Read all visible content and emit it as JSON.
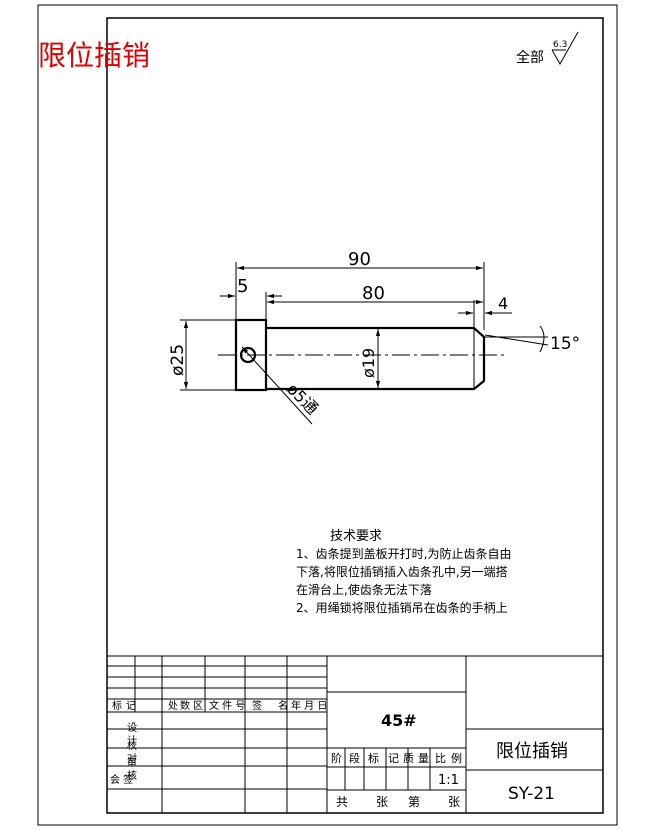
{
  "title": "限位插销",
  "surface_finish": {
    "label": "全部",
    "value": "6.3"
  },
  "dimensions": {
    "overall_length": "90",
    "shaft_length": "80",
    "head_width": "5",
    "chamfer_length": "4",
    "chamfer_angle": "15°",
    "head_diameter": "ø25",
    "shaft_diameter": "ø19",
    "hole": "ø5通"
  },
  "technical_requirements": {
    "heading": "技术要求",
    "lines": [
      "1、齿条提到盖板开打时,为防止齿条自由",
      "下落,将限位插销插入齿条孔中,另一端搭",
      "在滑台上,使齿条无法下落",
      "2、用绳锁将限位插销吊在齿条的手柄上"
    ]
  },
  "title_block": {
    "material": "45#",
    "part_name": "限位插销",
    "drawing_number": "SY-21",
    "scale": "1:1",
    "revision_headers": [
      "标",
      "记",
      "处",
      "数",
      "区",
      "文 件 号",
      "签",
      "名",
      "年 月 日"
    ],
    "roles": [
      "设 计",
      "校 对",
      "审 核",
      "会 签"
    ],
    "stage_headers": [
      "阶",
      "段",
      "标",
      "记",
      "质",
      "量",
      "比",
      "例"
    ],
    "sheet_labels": [
      "共",
      "张",
      "第",
      "张"
    ]
  }
}
